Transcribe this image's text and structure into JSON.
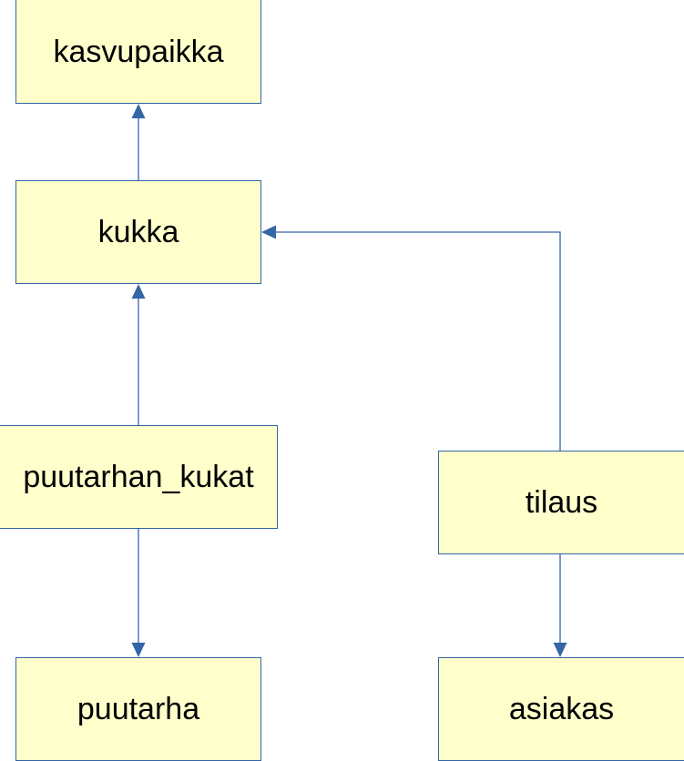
{
  "diagram": {
    "entities": {
      "kasvupaikka": "kasvupaikka",
      "kukka": "kukka",
      "puutarhan_kukat": "puutarhan_kukat",
      "tilaus": "tilaus",
      "puutarha": "puutarha",
      "asiakas": "asiakas"
    },
    "relationships": [
      {
        "from": "kukka",
        "to": "kasvupaikka"
      },
      {
        "from": "puutarhan_kukat",
        "to": "kukka"
      },
      {
        "from": "tilaus",
        "to": "kukka"
      },
      {
        "from": "puutarhan_kukat",
        "to": "puutarha"
      },
      {
        "from": "tilaus",
        "to": "asiakas"
      }
    ],
    "colors": {
      "box_fill": "#ffffcc",
      "box_border": "#3465a4",
      "connector": "#3465a4",
      "text": "#000000"
    }
  }
}
